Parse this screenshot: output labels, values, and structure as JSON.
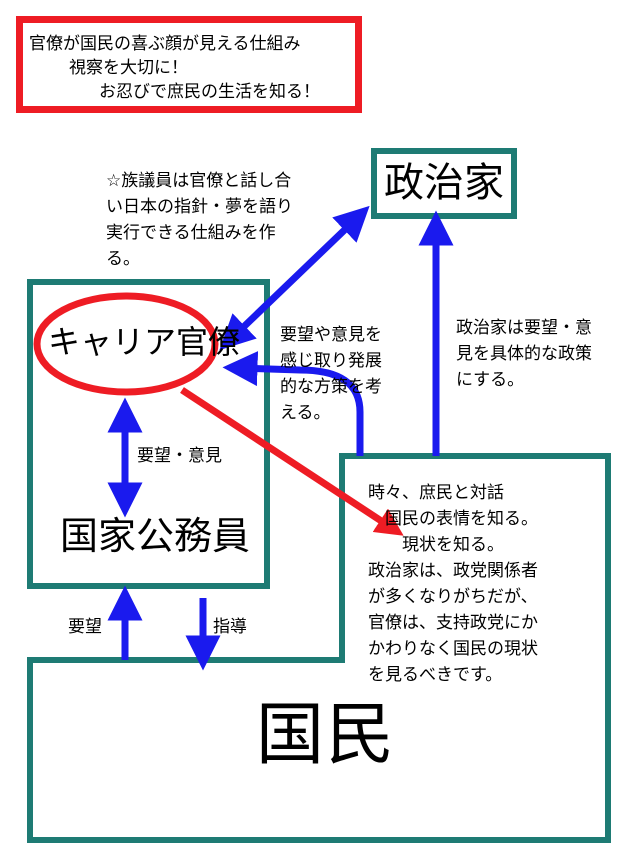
{
  "top_note": {
    "line1": "官僚が国民の喜ぶ顔が見える仕組み",
    "line2": "視察を大切に！",
    "line3": "お忍びで庶民の生活を知る！"
  },
  "nodes": {
    "politician": "政治家",
    "career_bureaucrat": "キャリア官僚",
    "civil_servant": "国家公務員",
    "citizens": "国民"
  },
  "notes": {
    "zoku": [
      "☆族議員は官僚と話し合",
      "い日本の指針・夢を語り",
      "実行できる仕組みを作",
      "る。"
    ],
    "requests_to_policy": [
      "要望や意見を",
      "感じ取り発展",
      "的な方策を考",
      "える。"
    ],
    "politician_policy": [
      "政治家は要望・意",
      "見を具体的な政策",
      "にする。"
    ],
    "dialogue": [
      "時々、庶民と対話",
      "　国民の表情を知る。",
      "　　現状を知る。",
      "政治家は、政党関係者",
      "が多くなりがちだが、",
      "官僚は、支持政党にか",
      "かわりなく国民の現状",
      "を見るべきです。"
    ]
  },
  "arrow_labels": {
    "requests_opinions": "要望・意見",
    "requests": "要望",
    "guidance": "指導"
  },
  "colors": {
    "red": "#ee1c24",
    "teal": "#1e7b74",
    "blue": "#1a1aee"
  }
}
